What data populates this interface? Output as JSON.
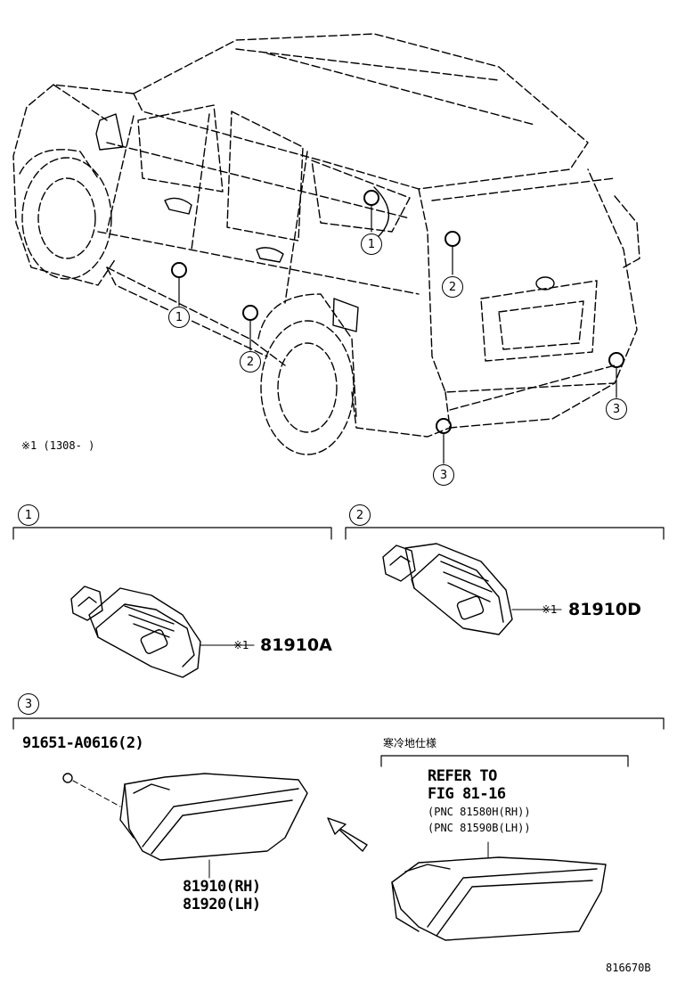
{
  "note_condition": "※1 (1308-     )",
  "callouts": {
    "c1": "1",
    "c2": "2",
    "c3": "3"
  },
  "sections": {
    "s1": "1",
    "s2": "2",
    "s3": "3"
  },
  "parts": {
    "p81910A": "81910A",
    "p81910D": "81910D",
    "mark1": "※1",
    "mark2": "※1",
    "screw": "91651-A0616(2)",
    "rh": "81910(RH)",
    "lh": "81920(LH)"
  },
  "cold_spec": {
    "header": "寒冷地仕様",
    "refer": "REFER TO",
    "fig": "FIG 81-16",
    "pnc_rh": "(PNC 81580H(RH))",
    "pnc_lh": "(PNC 81590B(LH))"
  },
  "figure_id": "816670B"
}
